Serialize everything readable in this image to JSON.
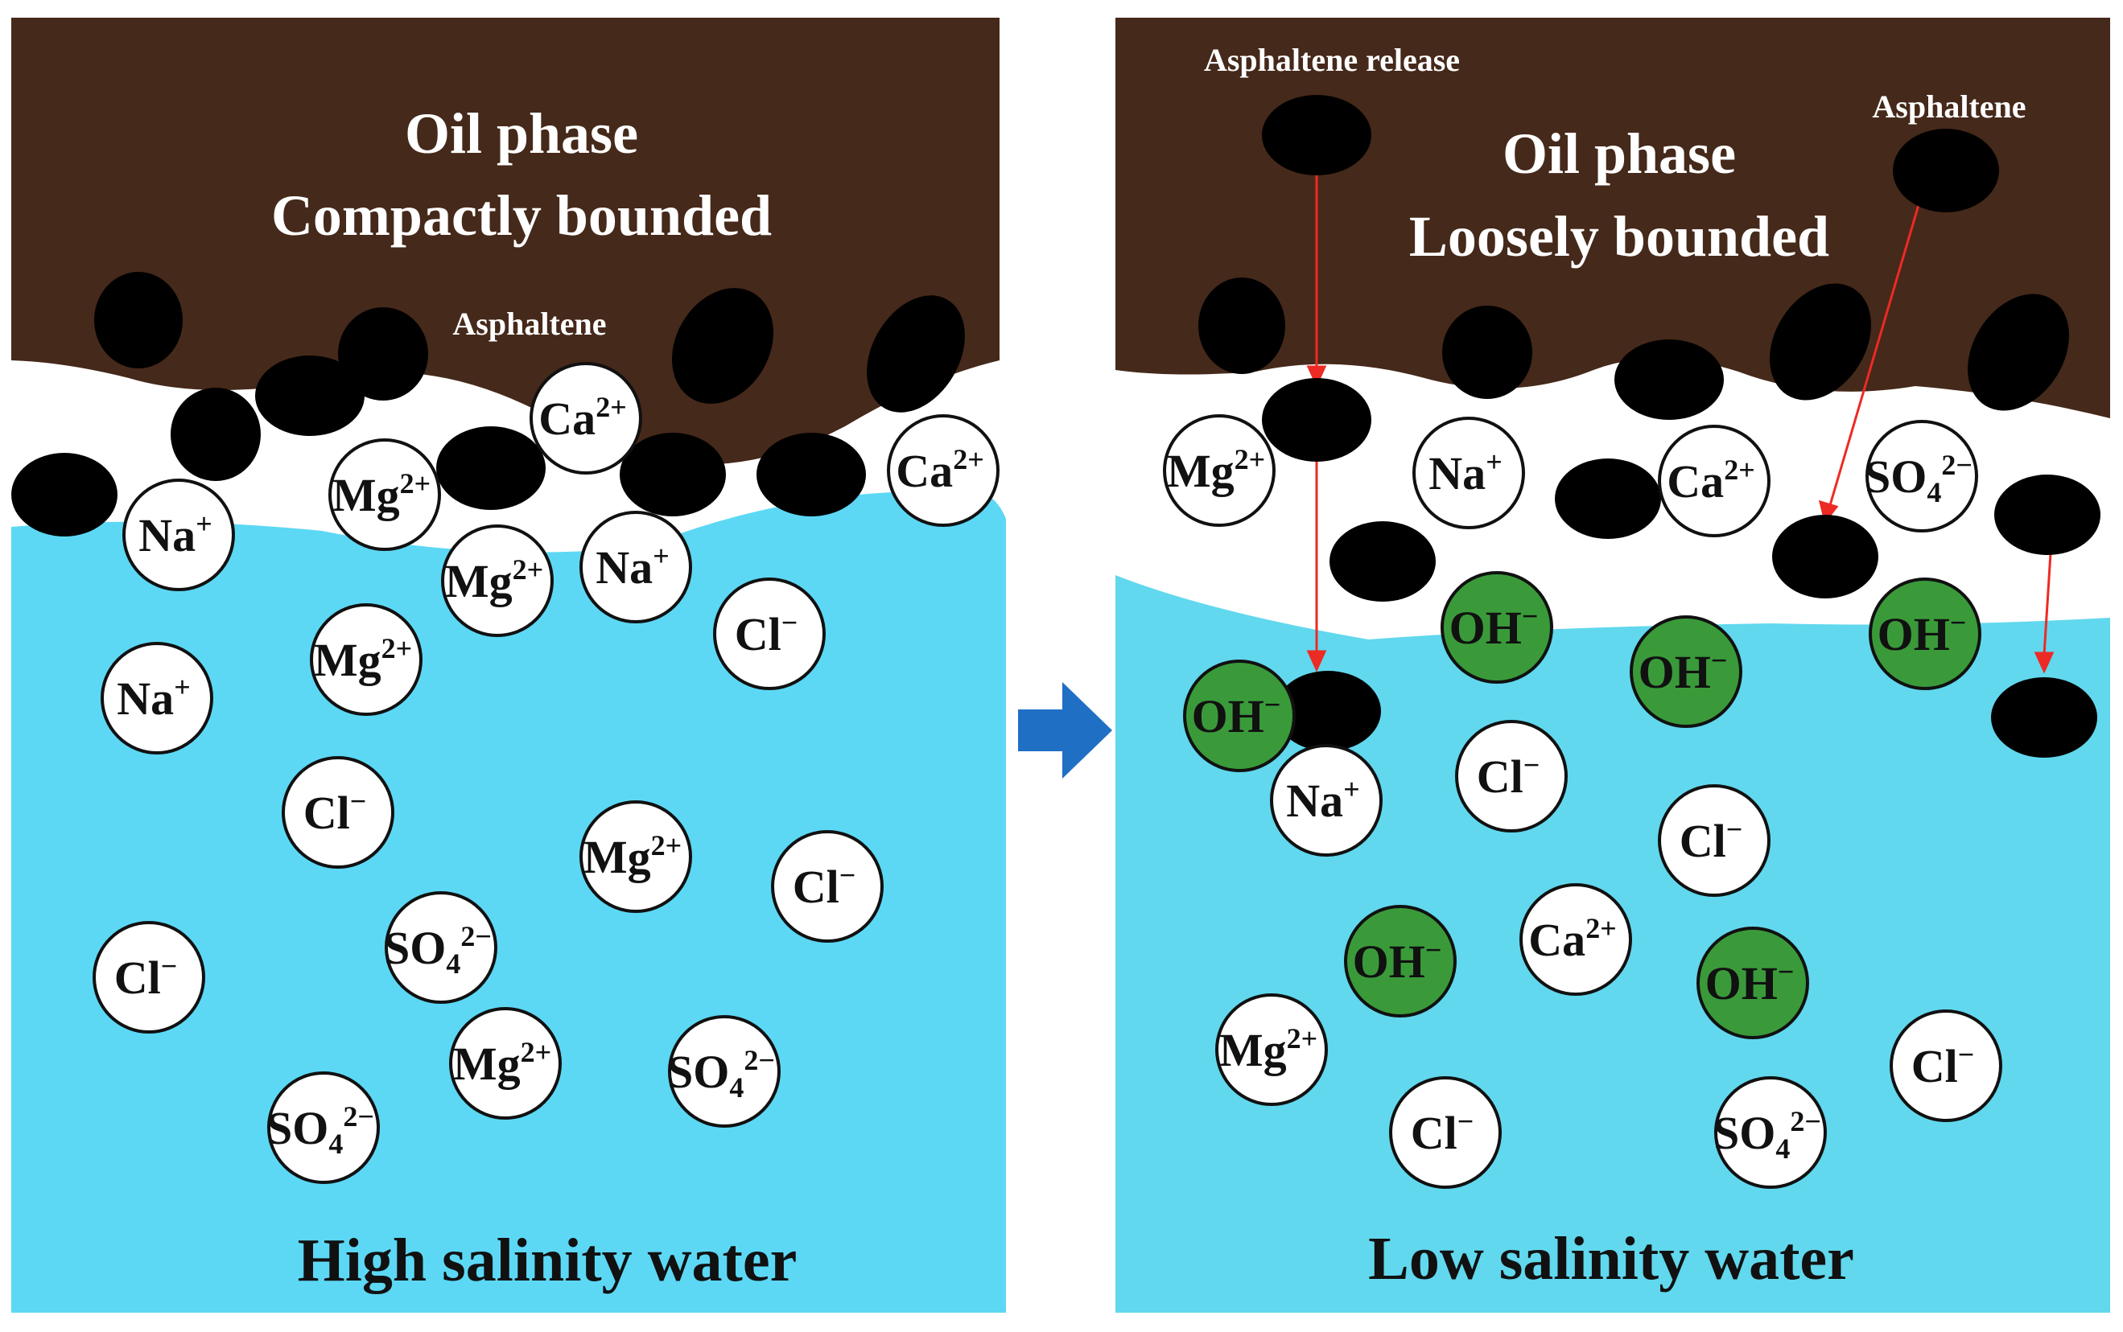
{
  "colors": {
    "oil": "#45291a",
    "high_water": "#5cd8f5",
    "low_water": "#61d8ee",
    "ion_fill": "#ffffff",
    "oh_fill": "#3a9a3a",
    "asphaltene": "#000000",
    "release_arrow": "#ee2a24",
    "transition_arrow": "#1f6fc5"
  },
  "left_panel": {
    "oil_title": "Oil phase",
    "oil_subtitle": "Compactly bounded",
    "asphaltene_label": "Asphaltene",
    "water_label": "High salinity water"
  },
  "right_panel": {
    "oil_title": "Oil phase",
    "oil_subtitle": "Loosely bounded",
    "release_label": "Asphaltene release",
    "asphaltene_label": "Asphaltene",
    "water_label": "Low salinity water"
  },
  "ion_labels": {
    "na": {
      "base": "Na",
      "charge": "+"
    },
    "ca": {
      "base": "Ca",
      "charge": "2+"
    },
    "mg": {
      "base": "Mg",
      "charge": "2+"
    },
    "cl": {
      "base": "Cl",
      "charge": "−"
    },
    "so4": {
      "base": "SO",
      "sub": "4",
      "charge": "2−"
    },
    "oh": {
      "base": "OH",
      "charge": "−"
    }
  },
  "icons": {
    "transition": "right-arrow-icon",
    "asphaltene": "asphaltene-particle-icon",
    "ion": "ion-circle-icon"
  }
}
